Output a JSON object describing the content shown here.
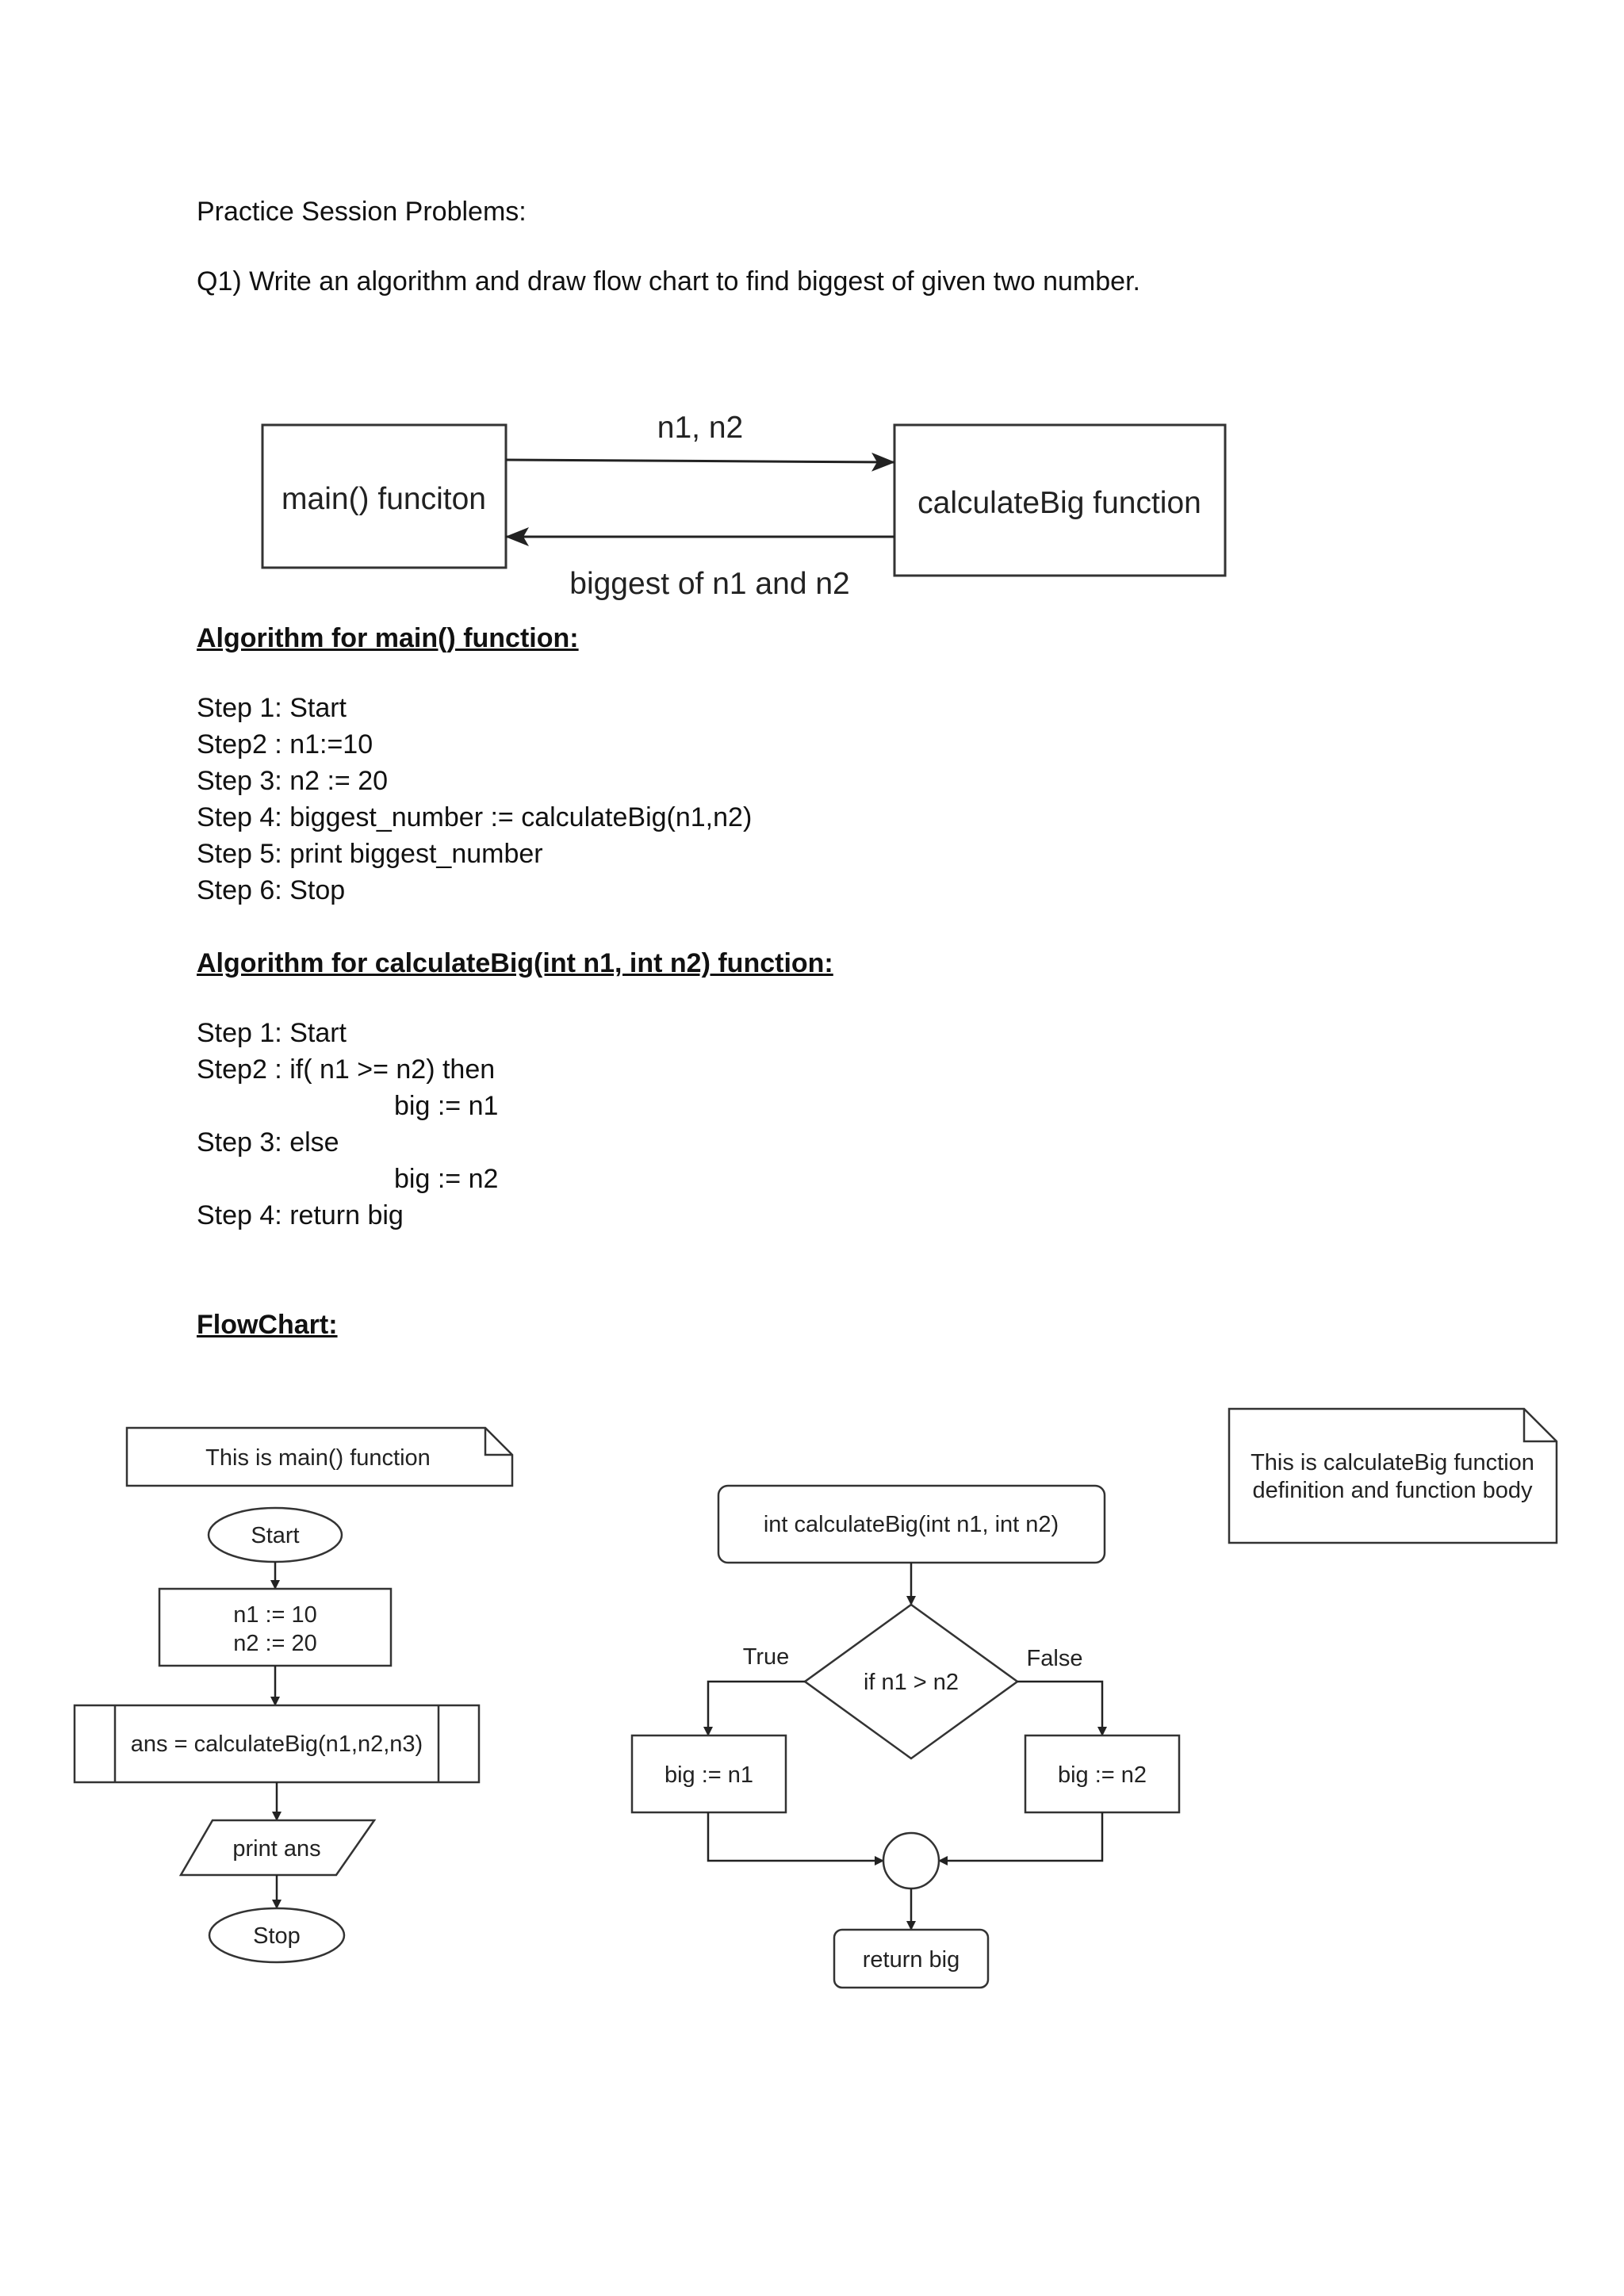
{
  "doc": {
    "title": "Practice Session Problems:",
    "question": "Q1) Write an algorithm and draw flow chart to find biggest of given two number."
  },
  "overview": {
    "box_main": "main() funciton",
    "box_calc": "calculateBig function",
    "arrow_to_calc": "n1, n2",
    "arrow_to_main": "biggest of n1 and  n2"
  },
  "algo_main": {
    "heading": "Algorithm for main() function:",
    "steps": [
      "Step 1: Start",
      "Step2 : n1:=10",
      "Step 3: n2 := 20",
      "Step 4: biggest_number := calculateBig(n1,n2)",
      "Step 5: print biggest_number",
      "Step 6: Stop"
    ]
  },
  "algo_calc": {
    "heading": "Algorithm for calculateBig(int n1, int n2) function:",
    "steps": [
      "Step 1: Start",
      "Step2 : if( n1 >=  n2) then",
      "big := n1",
      "Step 3: else",
      "big := n2",
      "Step 4: return big"
    ]
  },
  "flowchart_heading": "FlowChart:",
  "flow_main": {
    "note": "This is main() function",
    "start": "Start",
    "assign_line1": "n1 := 10",
    "assign_line2": "n2 := 20",
    "call": "ans = calculateBig(n1,n2,n3)",
    "print": "print ans",
    "stop": "Stop"
  },
  "flow_calc": {
    "note_line1": "This is calculateBig function",
    "note_line2": "definition and function body",
    "header": "int calculateBig(int n1, int n2)",
    "decision": "if n1 > n2",
    "true_label": "True",
    "false_label": "False",
    "true_box": "big := n1",
    "false_box": "big := n2",
    "return": "return big"
  }
}
